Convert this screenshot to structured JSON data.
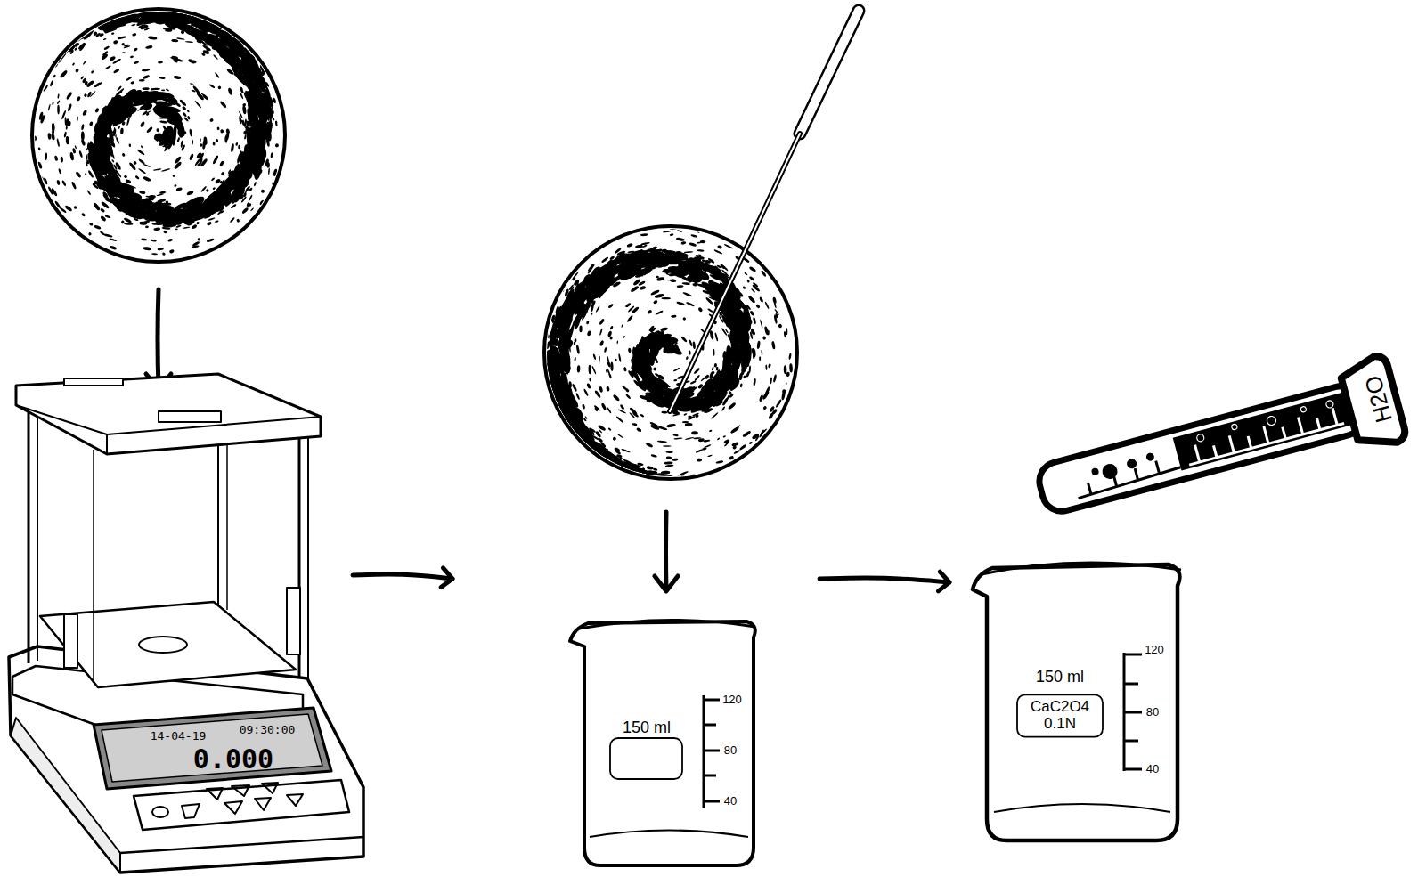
{
  "diagram": {
    "nodes": [
      {
        "text": [
          "14-04-19",
          "09:30:00",
          "0.000"
        ]
      },
      {
        "text": [
          "150 ml",
          "120",
          "80",
          "40"
        ]
      },
      {
        "text": [
          "150 ml",
          "CaC2O4 0.1N",
          "120",
          "80",
          "40"
        ]
      },
      {
        "text": [
          "H2O"
        ]
      }
    ],
    "edges": [
      {
        "from": 0,
        "to": 1,
        "arrow": "to"
      },
      {
        "from": 1,
        "to": 2,
        "arrow": "to"
      }
    ]
  }
}
